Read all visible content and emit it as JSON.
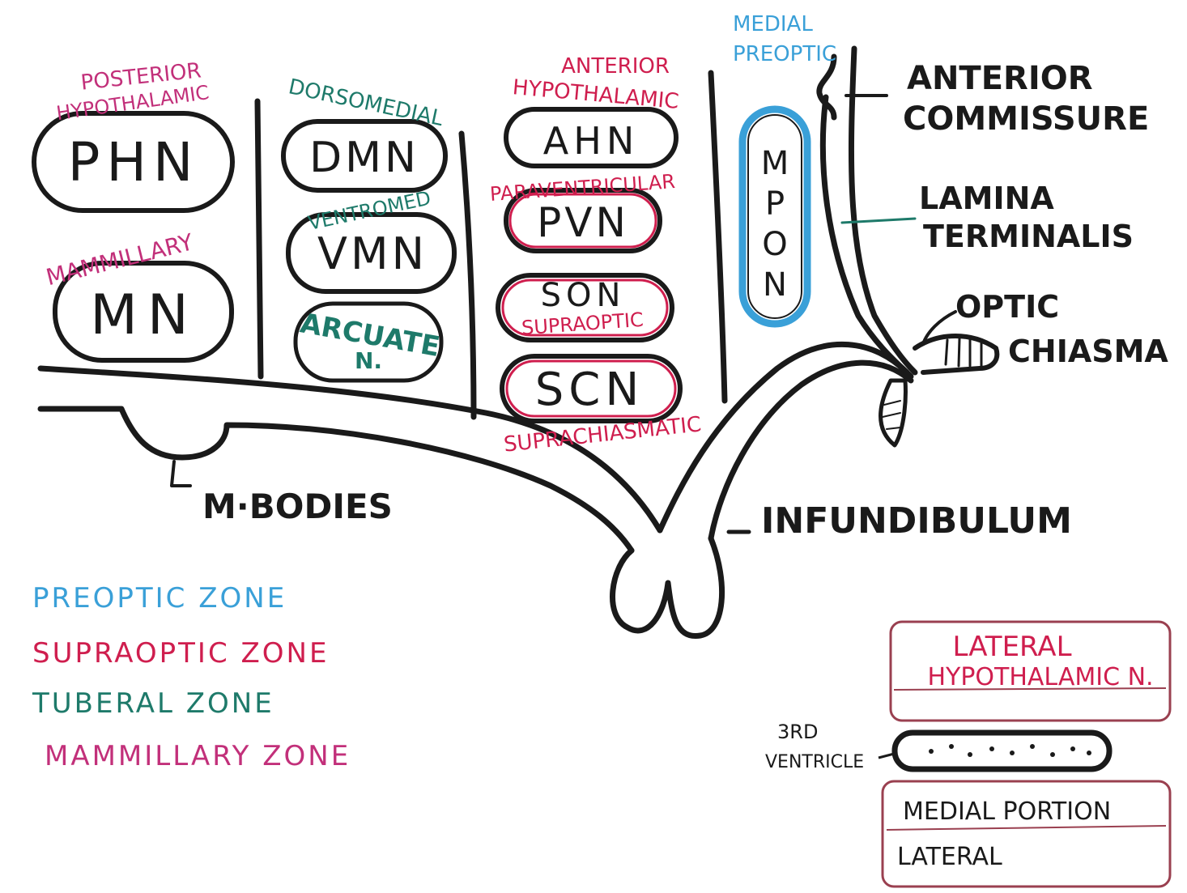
{
  "colors": {
    "ink": "#1a1a1a",
    "mammillary": "#c2307a",
    "tuberal": "#1e7a6a",
    "supraoptic": "#cf1e4e",
    "preoptic": "#3aa0d8"
  },
  "mammillary_region": {
    "posterior_label_1": "POSTERIOR",
    "posterior_label_2": "HYPOTHALAMIC",
    "phn": "PHN",
    "mammillary_label": "MAMMILLARY",
    "mn": "MN"
  },
  "tuberal_region": {
    "dorsomedial_label": "DORSOMEDIAL",
    "dmn": "DMN",
    "ventromedial_label": "VENTROMED",
    "vmn": "VMN",
    "arcuate_1": "ARCUATE",
    "arcuate_2": "N."
  },
  "supraoptic_region": {
    "anterior_label_1": "ANTERIOR",
    "anterior_label_2": "HYPOTHALAMIC",
    "ahn": "AHN",
    "paraventricular_label": "PARAVENTRICULAR",
    "pvn": "PVN",
    "son": "SON",
    "supraoptic_label": "SUPRAOPTIC",
    "scn": "SCN",
    "suprachiasmatic_label": "SUPRACHIASMATIC"
  },
  "preoptic_region": {
    "medial_label_1": "MEDIAL",
    "medial_label_2": "PREOPTIC",
    "mpon": [
      "M",
      "P",
      "O",
      "N"
    ]
  },
  "landmarks": {
    "anterior_commissure_1": "ANTERIOR",
    "anterior_commissure_2": "COMMISSURE",
    "lamina_1": "LAMINA",
    "lamina_2": "TERMINALIS",
    "optic_1": "OPTIC",
    "optic_2": "CHIASMA",
    "m_bodies": "M·BODIES",
    "infundibulum": "INFUNDIBULUM"
  },
  "legend": {
    "preoptic": "PREOPTIC ZONE",
    "supraoptic": "SUPRAOPTIC ZONE",
    "tuberal": "TUBERAL ZONE",
    "mammillary": "MAMMILLARY ZONE"
  },
  "cross_section": {
    "lateral_1": "LATERAL",
    "lateral_2": "HYPOTHALAMIC N.",
    "third_1": "3RD",
    "third_2": "VENTRICLE",
    "medial_portion": "MEDIAL PORTION",
    "lateral": "LATERAL"
  }
}
